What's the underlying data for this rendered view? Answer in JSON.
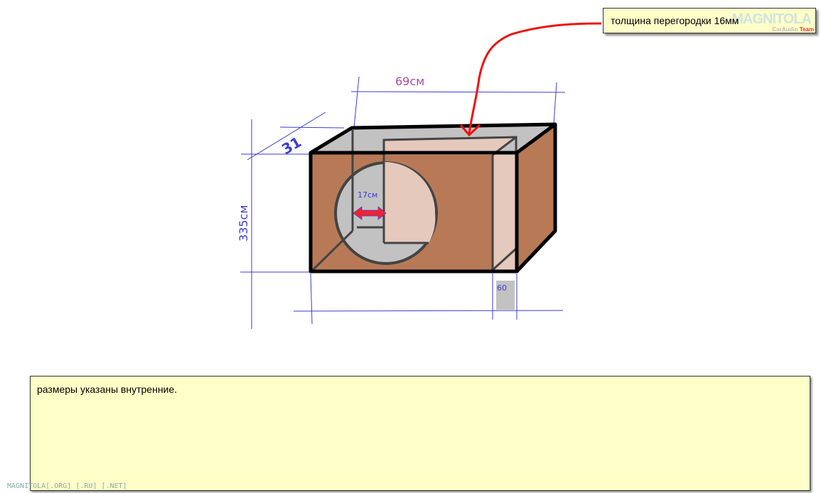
{
  "callout": {
    "text": "толщина перегородки 16мм",
    "watermark": "MAGNITOLA",
    "watermark_sub": "CarAudio",
    "watermark_sub2": "Team"
  },
  "dimensions": {
    "width": "69см",
    "depth": "31",
    "height": "335см",
    "port": "17см",
    "slot": "60"
  },
  "note": {
    "text": "размеры указаны внутренние."
  },
  "footer": {
    "text": "MAGNITOLA[.ORG] [.RU] [.NET]"
  },
  "colors": {
    "front": "#b87a56",
    "inner": "#e4c9bc",
    "top": "#c2c2c2",
    "dim": "#3b3bd6",
    "arrow": "#ee1111"
  }
}
